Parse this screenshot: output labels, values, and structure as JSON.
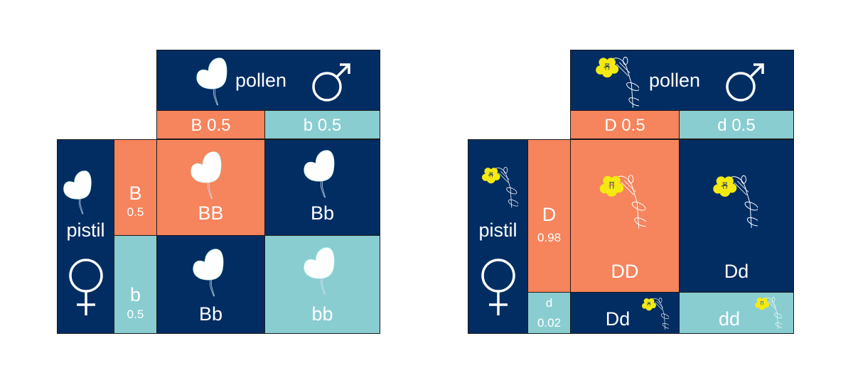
{
  "colors": {
    "navy": "#012d63",
    "orange": "#f6845c",
    "teal": "#89cdd1",
    "purple": "#b060d0",
    "cream": "#fbf3e0",
    "yellow": "#f5ea10"
  },
  "left": {
    "header": {
      "label": "pollen",
      "icon": "male-symbol-icon",
      "flower": "purple-flower-icon"
    },
    "pollen_alleles": [
      {
        "label": "B 0.5"
      },
      {
        "label": "b 0.5"
      }
    ],
    "side": {
      "label": "pistil",
      "icon": "female-symbol-icon"
    },
    "pistil_alleles": [
      {
        "allele": "B",
        "freq": "0.5"
      },
      {
        "allele": "b",
        "freq": "0.5"
      }
    ],
    "cells": [
      [
        "BB",
        "Bb"
      ],
      [
        "Bb",
        "bb"
      ]
    ]
  },
  "right": {
    "header": {
      "label": "pollen",
      "icon": "male-symbol-icon",
      "flower": "yellow-flower-icon"
    },
    "pollen_alleles": [
      {
        "label": "D 0.5"
      },
      {
        "label": "d 0.5"
      }
    ],
    "side": {
      "label": "pistil",
      "icon": "female-symbol-icon"
    },
    "pistil_alleles": [
      {
        "allele": "D",
        "freq": "0.98"
      },
      {
        "allele": "d",
        "freq": "0.02"
      }
    ],
    "cells": [
      [
        "DD",
        "Dd"
      ],
      [
        "Dd",
        "dd"
      ]
    ]
  }
}
